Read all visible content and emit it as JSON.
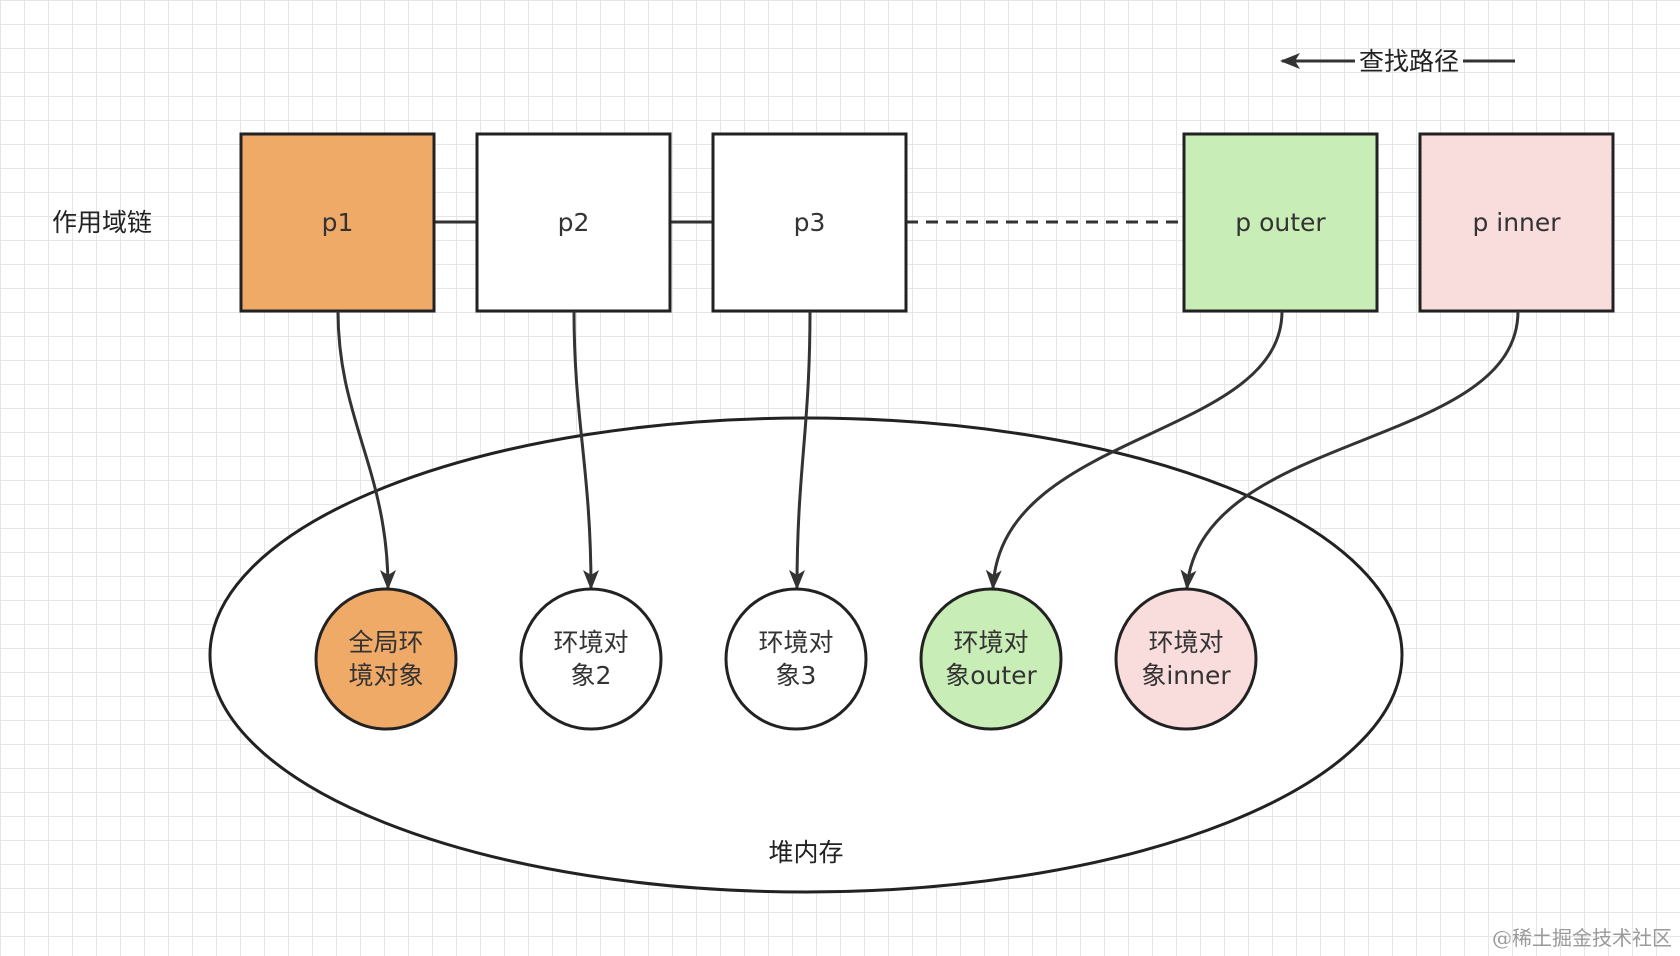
{
  "scope_chain_label": "作用域链",
  "lookup_path_label": "查找路径",
  "heap_label": "堆内存",
  "watermark": "@稀土掘金技术社区",
  "scope_boxes": [
    {
      "label": "p1",
      "color": "#f0aa68"
    },
    {
      "label": "p2",
      "color": "#ffffff"
    },
    {
      "label": "p3",
      "color": "#ffffff"
    },
    {
      "label": "p outer",
      "color": "#c8edb6"
    },
    {
      "label": "p inner",
      "color": "#f9dcdc"
    }
  ],
  "env_objects": [
    {
      "line1": "全局环",
      "line2": "境对象",
      "color": "#f0aa68"
    },
    {
      "line1": "环境对",
      "line2": "象2",
      "color": "#ffffff"
    },
    {
      "line1": "环境对",
      "line2": "象3",
      "color": "#ffffff"
    },
    {
      "line1": "环境对",
      "line2": "象outer",
      "color": "#c8edb6"
    },
    {
      "line1": "环境对",
      "line2": "象inner",
      "color": "#f9dcdc"
    }
  ],
  "stroke_color": "#333333"
}
